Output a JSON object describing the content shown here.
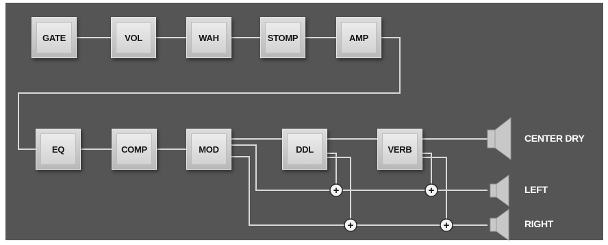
{
  "chain_row1": [
    "GATE",
    "VOL",
    "WAH",
    "STOMP",
    "AMP"
  ],
  "chain_row2": [
    "EQ",
    "COMP",
    "MOD",
    "DDL",
    "VERB"
  ],
  "outputs": {
    "center": "CENTER DRY",
    "left": "LEFT",
    "right": "RIGHT"
  },
  "mixer_symbol": "+",
  "colors": {
    "background": "#555555",
    "wire": "#d8d8d8",
    "block": "#d4d4d4",
    "label_text": "#ffffff"
  },
  "icons": {
    "speaker": "speaker-icon",
    "mixer": "sum-node-icon"
  }
}
